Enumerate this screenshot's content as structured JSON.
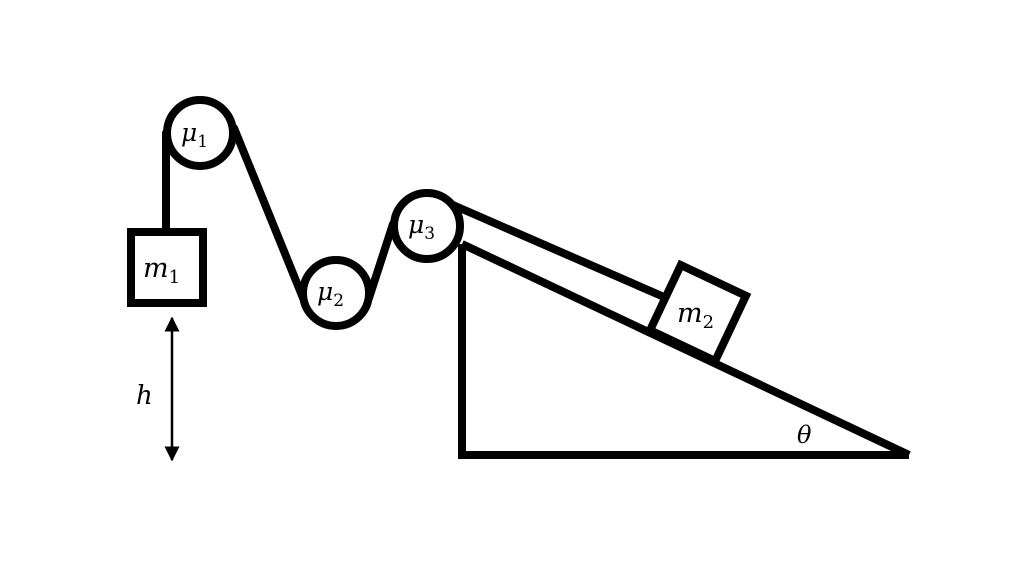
{
  "diagram": {
    "pulley_1": {
      "symbol": "μ",
      "subscript": "1"
    },
    "pulley_2": {
      "symbol": "μ",
      "subscript": "2"
    },
    "pulley_3": {
      "symbol": "μ",
      "subscript": "3"
    },
    "mass_1": {
      "symbol": "m",
      "subscript": "1"
    },
    "mass_2": {
      "symbol": "m",
      "subscript": "2"
    },
    "height_label": "h",
    "angle_label": "θ"
  },
  "colors": {
    "stroke": "#000000",
    "background": "#ffffff"
  }
}
